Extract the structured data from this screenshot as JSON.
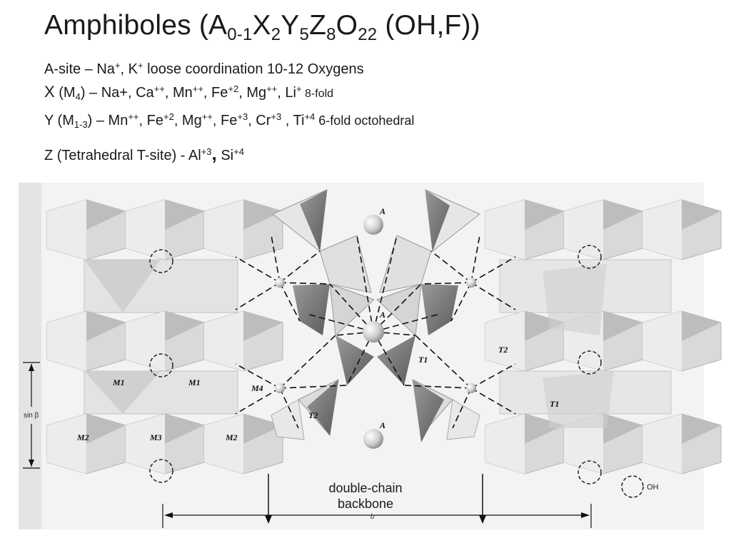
{
  "title": {
    "base": "Amphiboles (A",
    "sub1": "0-1",
    "x": "X",
    "sub2": "2",
    "y": "Y",
    "sub3": "5",
    "z": "Z",
    "sub4": "8",
    "o": "O",
    "sub5": "22",
    "end": " (OH,F))"
  },
  "lines": {
    "a_site": {
      "pre": "A-site – Na",
      "sup1": "+",
      "mid": ", K",
      "sup2": "+",
      "post": "  loose coordination 10-12 Oxygens"
    },
    "x_site": {
      "x": "X",
      "pre": " (M",
      "sub": "4",
      "post": ") – Na+, Ca",
      "sup1": "++",
      "mn": ", Mn",
      "sup2": "++",
      "fe": ", Fe",
      "sup3": "+2",
      "mg": ", Mg",
      "sup4": "++",
      "li": ", Li",
      "sup5": "+",
      "fold": " 8-fold"
    },
    "y_site": {
      "pre": "Y (M",
      "sub": "1-3",
      "post": ") – Mn",
      "sup1": "++",
      "fe": ", Fe",
      "sup2": "+2",
      "mg": ", Mg",
      "sup3": "++",
      "fe3": ", Fe",
      "sup4": "+3",
      "cr": ", Cr",
      "sup5": "+3",
      "ti": " , Ti",
      "sup6": "+4",
      "fold": " 6-fold octohedral"
    },
    "z_site": {
      "pre": "Z (Tetrahedral T-site) - Al",
      "sup1": "+3",
      "comma": ",",
      "si": " Si",
      "sup2": "+4"
    }
  },
  "figure": {
    "labels": {
      "a_top": "A",
      "a_mid": "A",
      "a_bot": "A",
      "m1_left": "M1",
      "m1_right": "M1",
      "m4": "M4",
      "m2_left": "M2",
      "m3": "M3",
      "m2_right": "M2",
      "t1_center": "T1",
      "t2_center": "T2",
      "t2_right": "T2",
      "t1_right": "T1",
      "sin_beta": "sin β",
      "b_axis": "b",
      "oh_legend": "OH"
    },
    "backbone_label_1": "double-chain",
    "backbone_label_2": "backbone"
  }
}
